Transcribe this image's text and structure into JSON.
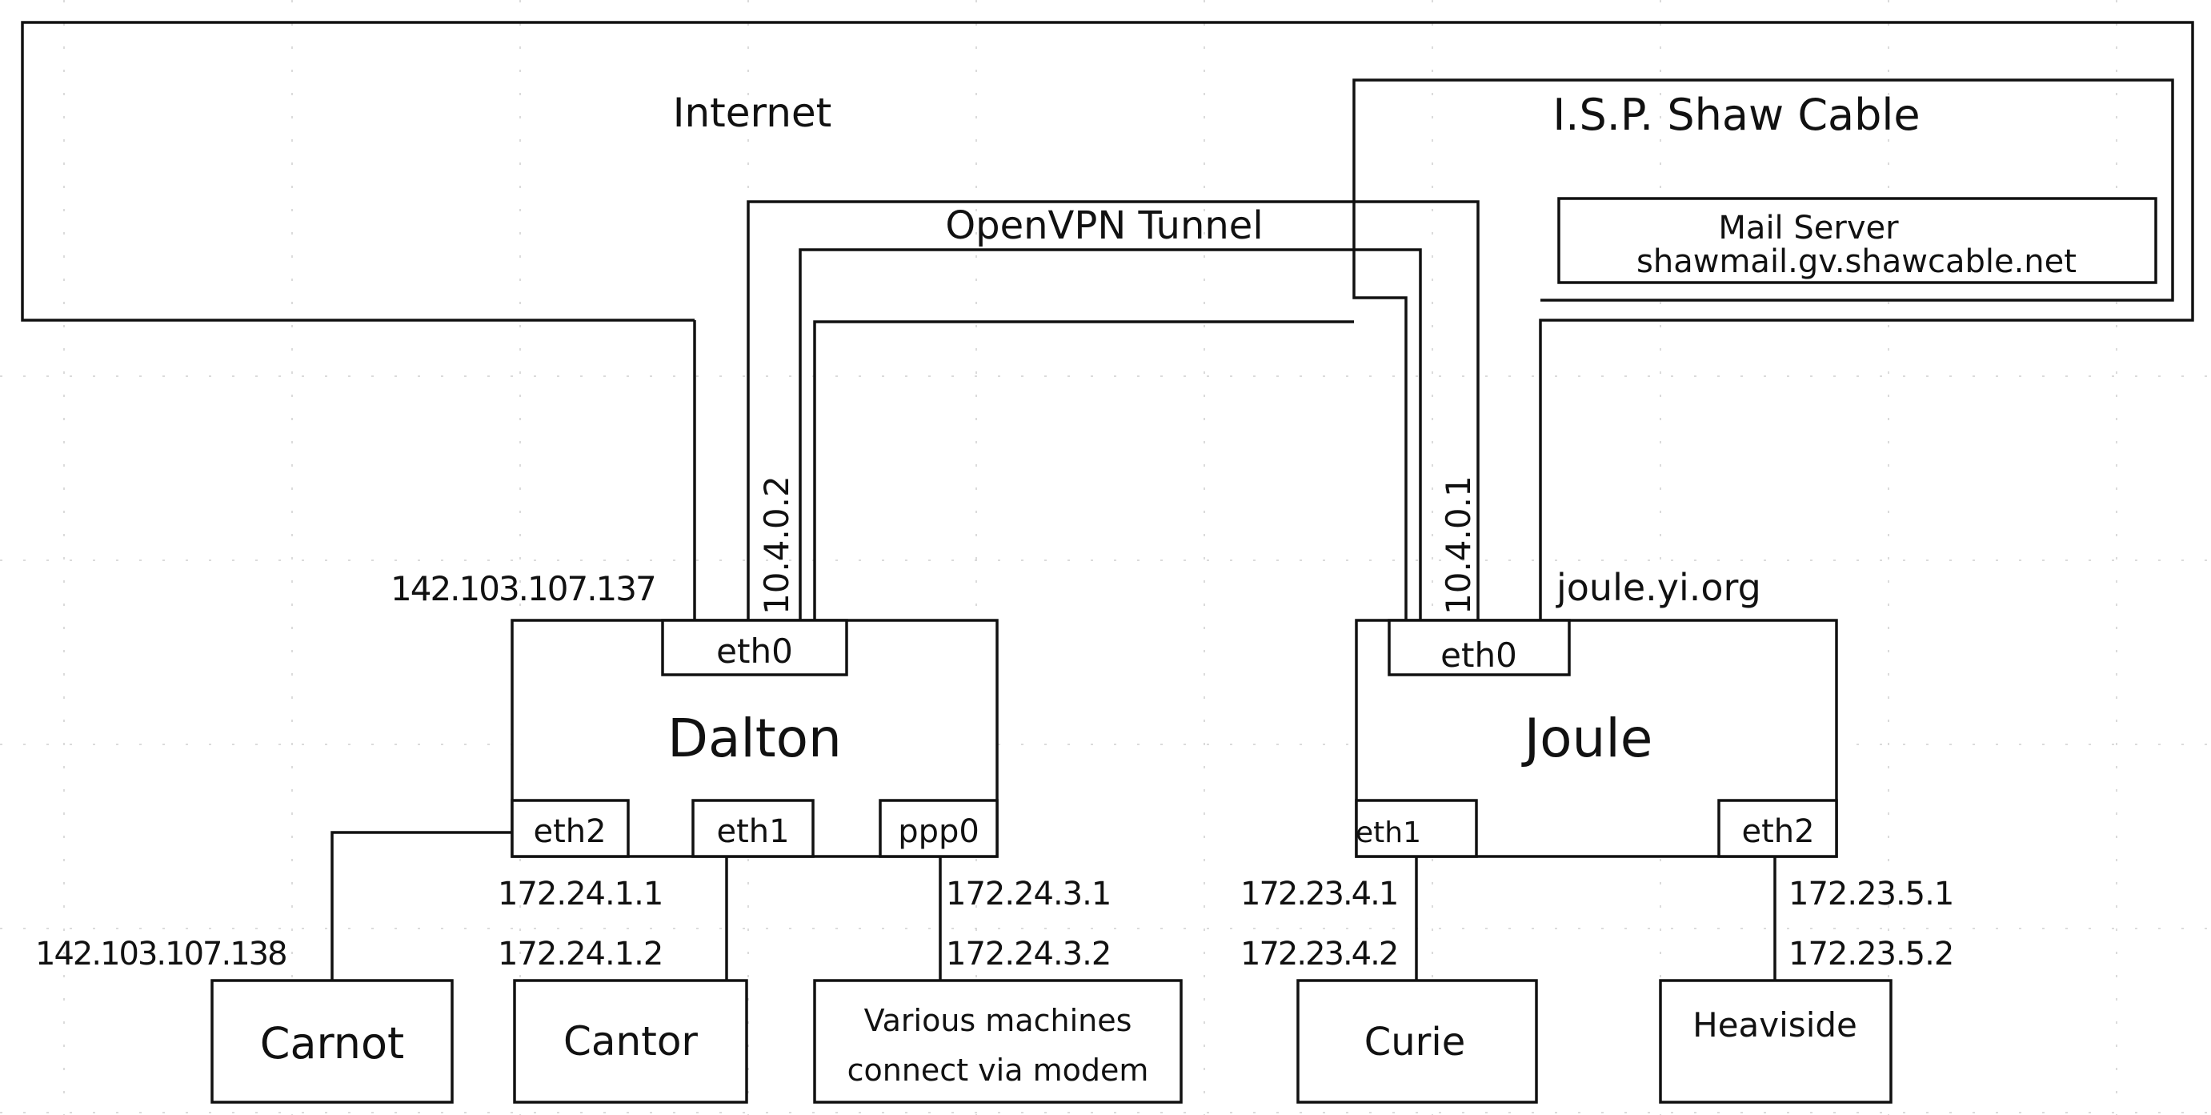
{
  "labels": {
    "internet": "Internet",
    "isp": "I.S.P. Shaw Cable",
    "mail_server_title": "Mail Server",
    "mail_server_host": "shawmail.gv.shawcable.net",
    "tunnel": "OpenVPN Tunnel"
  },
  "dalton": {
    "name": "Dalton",
    "ip_external": "142.103.107.137",
    "tunnel_ip": "10.4.0.2",
    "eth0": "eth0",
    "eth1": "eth1",
    "eth2": "eth2",
    "ppp0": "ppp0",
    "eth1_ip": "172.24.1.1",
    "ppp0_ip": "172.24.3.1",
    "eth2_peer_ip": "142.103.107.138",
    "eth1_peer_ip": "172.24.1.2",
    "ppp0_peer_ip": "172.24.3.2"
  },
  "joule": {
    "name": "Joule",
    "hostname": "joule.yi.org",
    "tunnel_ip": "10.4.0.1",
    "eth0": "eth0",
    "eth1": "eth1",
    "eth2": "eth2",
    "eth1_ip": "172.23.4.1",
    "eth2_ip": "172.23.5.1",
    "eth1_peer_ip": "172.23.4.2",
    "eth2_peer_ip": "172.23.5.2"
  },
  "hosts": {
    "carnot": "Carnot",
    "cantor": "Cantor",
    "modem_line1": "Various machines",
    "modem_line2": "connect via modem",
    "curie": "Curie",
    "heaviside": "Heaviside"
  }
}
